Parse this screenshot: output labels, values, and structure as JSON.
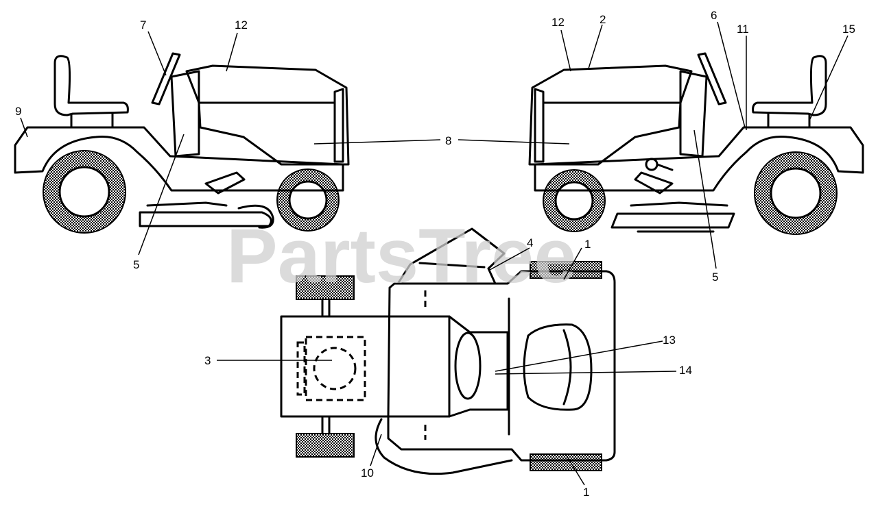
{
  "watermark": "PartsTree",
  "callouts": {
    "c1_top": "1",
    "c1_bottom": "1",
    "c2": "2",
    "c3": "3",
    "c4": "4",
    "c5_left": "5",
    "c5_right": "5",
    "c6": "6",
    "c7": "7",
    "c8": "8",
    "c9": "9",
    "c10": "10",
    "c11": "11",
    "c12_left": "12",
    "c12_right": "12",
    "c13": "13",
    "c14": "14",
    "c15": "15"
  }
}
